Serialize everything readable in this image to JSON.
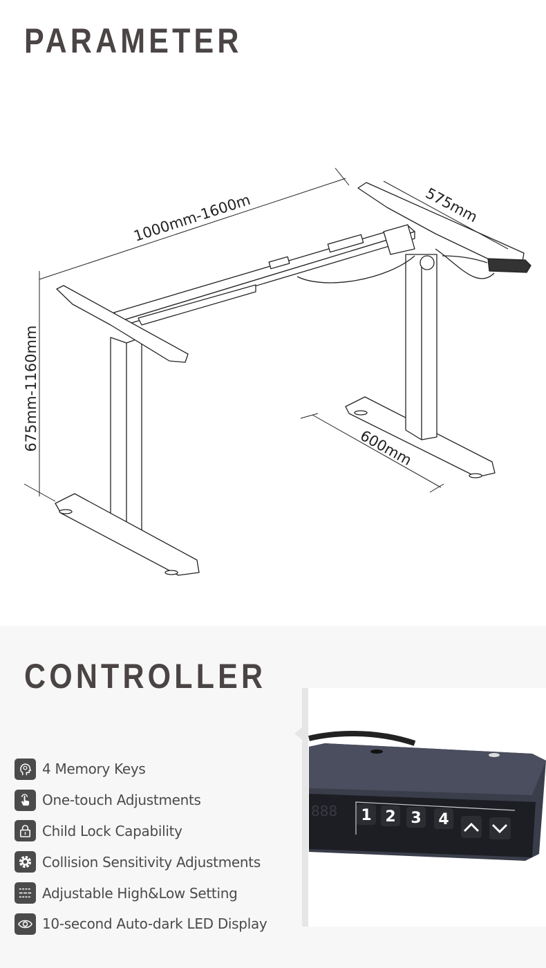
{
  "parameter": {
    "title": "PARAMETER",
    "dimensions": {
      "width_range": "1000mm-1600m",
      "depth_top": "575mm",
      "height_range": "675mm-1160mm",
      "depth_foot": "600mm"
    }
  },
  "controller": {
    "title": "CONTROLLER",
    "features": [
      {
        "icon": "head-gear-icon",
        "label": "4 Memory Keys"
      },
      {
        "icon": "touch-hand-icon",
        "label": "One-touch Adjustments"
      },
      {
        "icon": "lock-icon",
        "label": "Child Lock Capability"
      },
      {
        "icon": "gear-icon",
        "label": "Collision Sensitivity Adjustments"
      },
      {
        "icon": "sliders-icon",
        "label": "Adjustable High&Low Setting"
      },
      {
        "icon": "eye-icon",
        "label": "10-second Auto-dark LED Display"
      }
    ],
    "keypad": {
      "display": "888",
      "keys": [
        "1",
        "2",
        "3",
        "4",
        "^",
        "v"
      ]
    }
  },
  "colors": {
    "title": "#4a4444",
    "icon_bg": "#4b4b4b",
    "lower_bg": "#f7f7f7"
  }
}
